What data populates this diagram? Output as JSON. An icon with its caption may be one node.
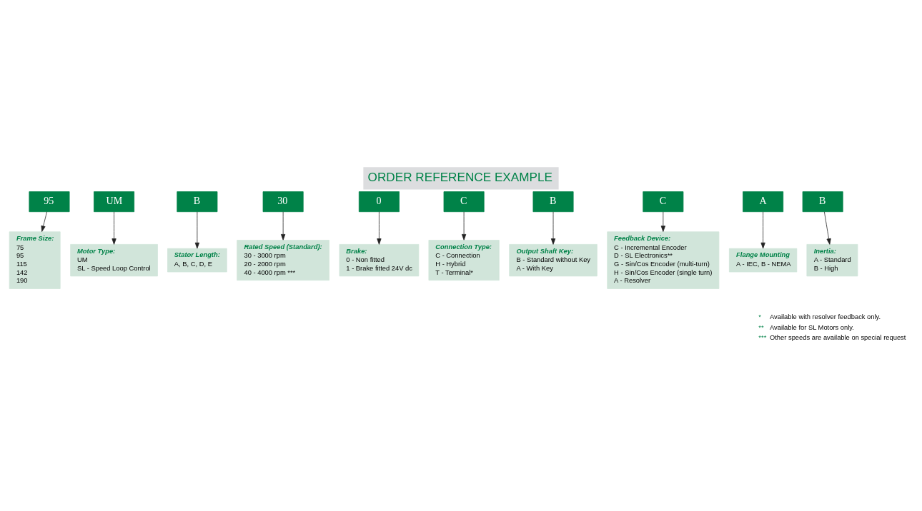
{
  "diagram": {
    "title": "ORDER REFERENCE EXAMPLE",
    "nodes": [
      {
        "text": [
          "95"
        ]
      },
      {
        "text": [
          "UM"
        ]
      },
      {
        "text": [
          "B"
        ]
      },
      {
        "text": [
          "30"
        ]
      },
      {
        "text": [
          "0"
        ]
      },
      {
        "text": [
          "C"
        ]
      },
      {
        "text": [
          "B"
        ]
      },
      {
        "text": [
          "C"
        ]
      },
      {
        "text": [
          "A"
        ]
      },
      {
        "text": [
          "B"
        ]
      },
      {
        "text": [
          "Frame Size:",
          "75",
          "95",
          "115",
          "142",
          "190"
        ]
      },
      {
        "text": [
          "Motor Type:",
          "UM",
          "SL - Speed Loop Control"
        ]
      },
      {
        "text": [
          "Stator Length:",
          "A, B, C, D, E"
        ]
      },
      {
        "text": [
          "Rated Speed (Standard):",
          "30 - 3000 rpm",
          "20 - 2000 rpm",
          "40 - 4000 rpm ***"
        ]
      },
      {
        "text": [
          "Brake:",
          "0 - Non fitted",
          "1 - Brake fitted 24V dc"
        ]
      },
      {
        "text": [
          "Connection Type:",
          "C - Connection",
          "H - Hybrid",
          "T - Terminal*"
        ]
      },
      {
        "text": [
          "Output Shaft Key:",
          "B - Standard without Key",
          "A - With Key"
        ]
      },
      {
        "text": [
          "Feedback Device:",
          "C - Incremental Encoder",
          "D - SL Electronics**",
          "G - Sin/Cos Encoder (multi-turn)",
          "H - Sin/Cos Encoder (single turn)",
          "A - Resolver"
        ]
      },
      {
        "text": [
          "Flange Mounting",
          "A - IEC, B - NEMA"
        ]
      },
      {
        "text": [
          "Inertia:",
          "A - Standard",
          "B - High"
        ]
      }
    ],
    "edges": [
      {
        "from": 0,
        "to": 10,
        "arrow": "to"
      },
      {
        "from": 1,
        "to": 11,
        "arrow": "to"
      },
      {
        "from": 2,
        "to": 12,
        "arrow": "to"
      },
      {
        "from": 3,
        "to": 13,
        "arrow": "to"
      },
      {
        "from": 4,
        "to": 14,
        "arrow": "to"
      },
      {
        "from": 5,
        "to": 15,
        "arrow": "to"
      },
      {
        "from": 6,
        "to": 16,
        "arrow": "to"
      },
      {
        "from": 7,
        "to": 17,
        "arrow": "to"
      },
      {
        "from": 8,
        "to": 18,
        "arrow": "to"
      },
      {
        "from": 9,
        "to": 19,
        "arrow": "to"
      }
    ],
    "labels": [
      "*",
      "Available with resolver feedback only.",
      "**",
      "Available for SL Motors only.",
      "***",
      "Other speeds are available on special request"
    ]
  }
}
